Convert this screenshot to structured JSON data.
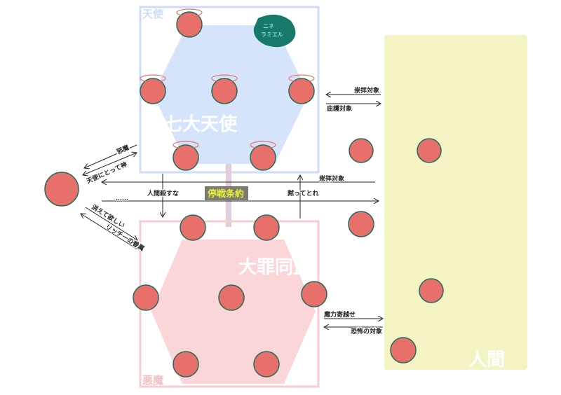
{
  "groups": {
    "angels": {
      "corner_label": "天使",
      "title": "七大天使",
      "color": "#d6e4fb",
      "border": "#cfdcf7"
    },
    "demons": {
      "corner_label": "悪魔",
      "title": "大罪同盟",
      "color": "#fbd6d8",
      "border": "#f7cdd0"
    },
    "humans": {
      "title": "人間",
      "color": "#f4f3c4"
    }
  },
  "note": {
    "line1": "ニネ",
    "line2": "ラミエル",
    "color": "#17796a"
  },
  "truce": {
    "label": "停戦条約",
    "bg": "#7a7a70",
    "fg": "#e6f03a"
  },
  "relations": {
    "humans_to_angels_worship": "崇拝対象",
    "angels_to_humans_protect": "庇護対象",
    "humans_to_left_worship": "崇拝対象",
    "left_to_angels": "邪魔",
    "angels_to_left": "天使にとって神",
    "left_to_demons": "消えて欲しい",
    "demons_to_left": "リッチーの眷属",
    "angels_to_demons": "人間殺すな",
    "demons_to_angels": "黙ってとれ",
    "left_to_humans": "……",
    "demons_to_humans": "魔力寄越せ",
    "humans_to_demons": "恐怖の対象"
  },
  "colors": {
    "skin": "#e8706a",
    "hair_dark": "#1f6b5a",
    "arrow": "#222222"
  }
}
